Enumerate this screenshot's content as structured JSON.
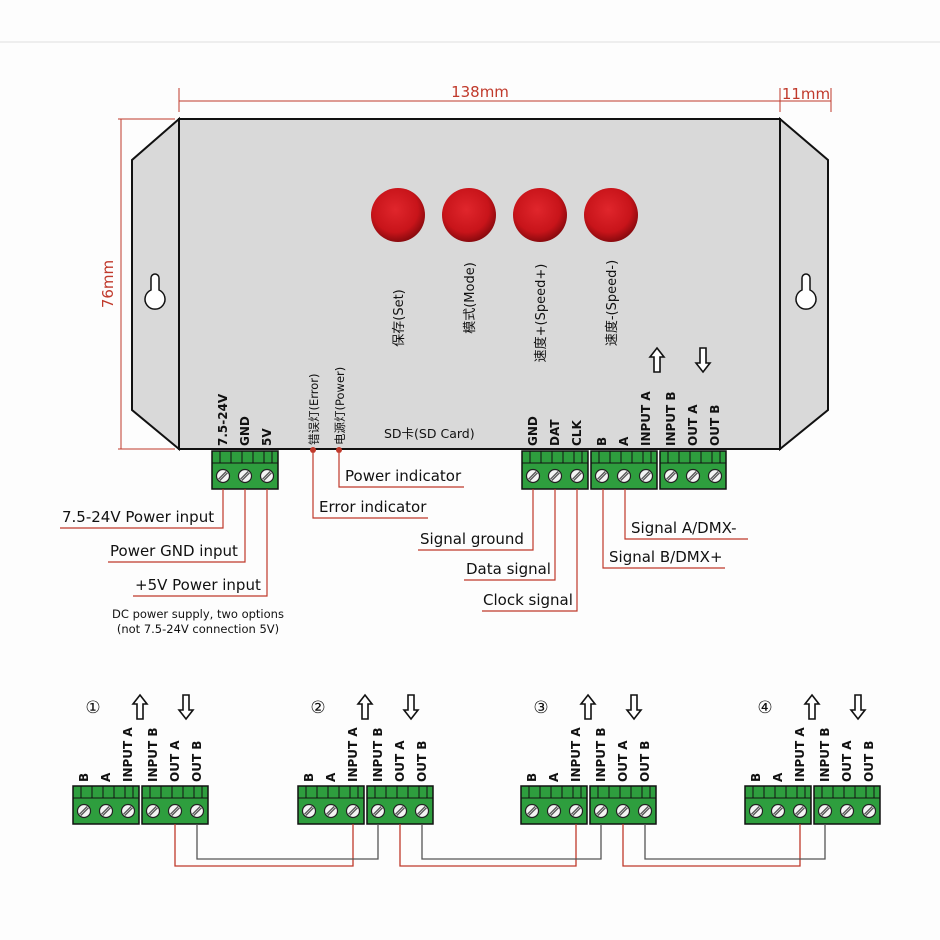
{
  "dimensions": {
    "width": "138mm",
    "height": "76mm",
    "depth": "11mm"
  },
  "buttons": [
    {
      "label": "保存(Set)"
    },
    {
      "label": "模式(Mode)"
    },
    {
      "label": "速度+(Speed+)"
    },
    {
      "label": "速度-(Speed-)"
    }
  ],
  "leds": [
    {
      "label": "错误灯(Error)",
      "callout": "Error indicator"
    },
    {
      "label": "电源灯(Power)",
      "callout": "Power indicator"
    }
  ],
  "sd_card_label": "SD卡(SD Card)",
  "power_terminal": {
    "pins": [
      "7.5-24V",
      "GND",
      "5V"
    ],
    "callouts": [
      "7.5-24V Power input",
      "Power GND input",
      "+5V Power input"
    ],
    "note_line1": "DC power supply, two options",
    "note_line2": "(not 7.5-24V connection 5V)"
  },
  "signal_terminal": {
    "pins": [
      "GND",
      "DAT",
      "CLK"
    ],
    "callouts": [
      "Signal ground",
      "Data signal",
      "Clock signal"
    ]
  },
  "dmx_terminal": {
    "pins": [
      "B",
      "A",
      "INPUT A"
    ],
    "callouts": [
      "Signal B/DMX+",
      "Signal A/DMX-"
    ]
  },
  "dmx_out_terminal": {
    "pins": [
      "INPUT B",
      "OUT A",
      "OUT B"
    ]
  },
  "arrows": {
    "input": "up-arrow",
    "output": "down-arrow"
  },
  "cascade": {
    "units": [
      {
        "number": "①"
      },
      {
        "number": "②"
      },
      {
        "number": "③"
      },
      {
        "number": "④"
      }
    ],
    "pins": [
      "B",
      "A",
      "INPUT A",
      "INPUT B",
      "OUT A",
      "OUT B"
    ],
    "wire_colors": {
      "a": "#c0392b",
      "b": "#555555"
    }
  },
  "colors": {
    "dimension": "#c0392b",
    "body": "#d9d9d9",
    "terminal": "#2e9e3e",
    "button": "#c8141a"
  }
}
